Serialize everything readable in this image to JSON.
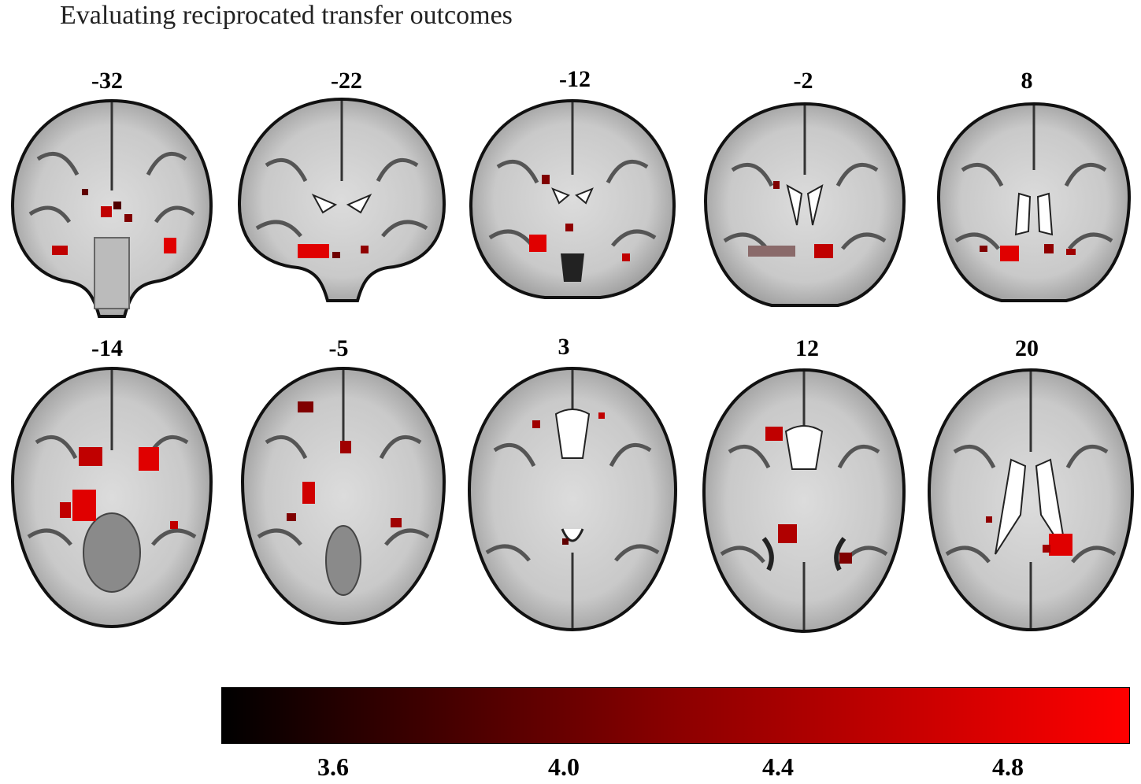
{
  "title": "Evaluating reciprocated transfer outcomes",
  "coronal_slices": [
    {
      "label": "-32"
    },
    {
      "label": "-22"
    },
    {
      "label": "-12"
    },
    {
      "label": "-2"
    },
    {
      "label": "8"
    }
  ],
  "axial_slices": [
    {
      "label": "-14"
    },
    {
      "label": "-5"
    },
    {
      "label": "3"
    },
    {
      "label": "12"
    },
    {
      "label": "20"
    }
  ],
  "colorbar": {
    "ticks": [
      "3.6",
      "4.0",
      "4.4",
      "4.8"
    ],
    "color_low": "#000000",
    "color_mid": "#8b0000",
    "color_high": "#ff0000"
  }
}
